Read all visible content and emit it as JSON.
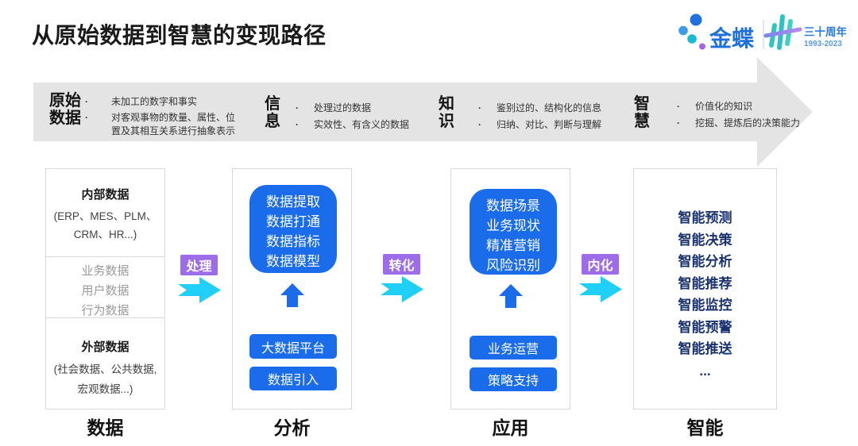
{
  "title": "从原始数据到智慧的变现路径",
  "logo": {
    "brand": "金蝶",
    "anniversary": "三十周年",
    "years": "1993-2023"
  },
  "banner": {
    "stages": [
      {
        "name": "原始数据",
        "bullets": [
          "未加工的数字和事实",
          "对客观事物的数量、属性、位置及其相互关系进行抽象表示"
        ]
      },
      {
        "name": "信息",
        "bullets": [
          "处理过的数据",
          "实效性、有含义的数据"
        ]
      },
      {
        "name": "知识",
        "bullets": [
          "鉴别过的、结构化的信息",
          "归纳、对比、判断与理解"
        ]
      },
      {
        "name": "智慧",
        "bullets": [
          "价值化的知识",
          "挖掘、提炼后的决策能力"
        ]
      }
    ]
  },
  "columns": [
    {
      "label": "数据",
      "sections": [
        {
          "heading": "内部数据",
          "lines": [
            "(ERP、MES、PLM、",
            "CRM、HR...)"
          ]
        },
        {
          "lines": [
            "业务数据",
            "用户数据",
            "行为数据"
          ]
        },
        {
          "heading": "外部数据",
          "lines": [
            "(社会数据、公共数据,",
            "宏观数据...)"
          ]
        }
      ]
    },
    {
      "label": "分析",
      "bubble": [
        "数据提取",
        "数据打通",
        "数据指标",
        "数据模型"
      ],
      "buttons": [
        "大数据平台",
        "数据引入"
      ]
    },
    {
      "label": "应用",
      "bubble": [
        "数据场景",
        "业务现状",
        "精准营销",
        "风险识别"
      ],
      "buttons": [
        "业务运营",
        "策略支持"
      ]
    },
    {
      "label": "智能",
      "items": [
        "智能预测",
        "智能决策",
        "智能分析",
        "智能推荐",
        "智能监控",
        "智能预警",
        "智能推送",
        "..."
      ]
    }
  ],
  "connectors": [
    {
      "label": "处理"
    },
    {
      "label": "转化"
    },
    {
      "label": "内化"
    }
  ],
  "colors": {
    "primary_blue": "#1B6CEA",
    "navy_text": "#18316F",
    "badge_purple": "#9C6CE9",
    "arrow_cyan": "#20CFF5",
    "banner_gray": "#E4E4E4"
  }
}
